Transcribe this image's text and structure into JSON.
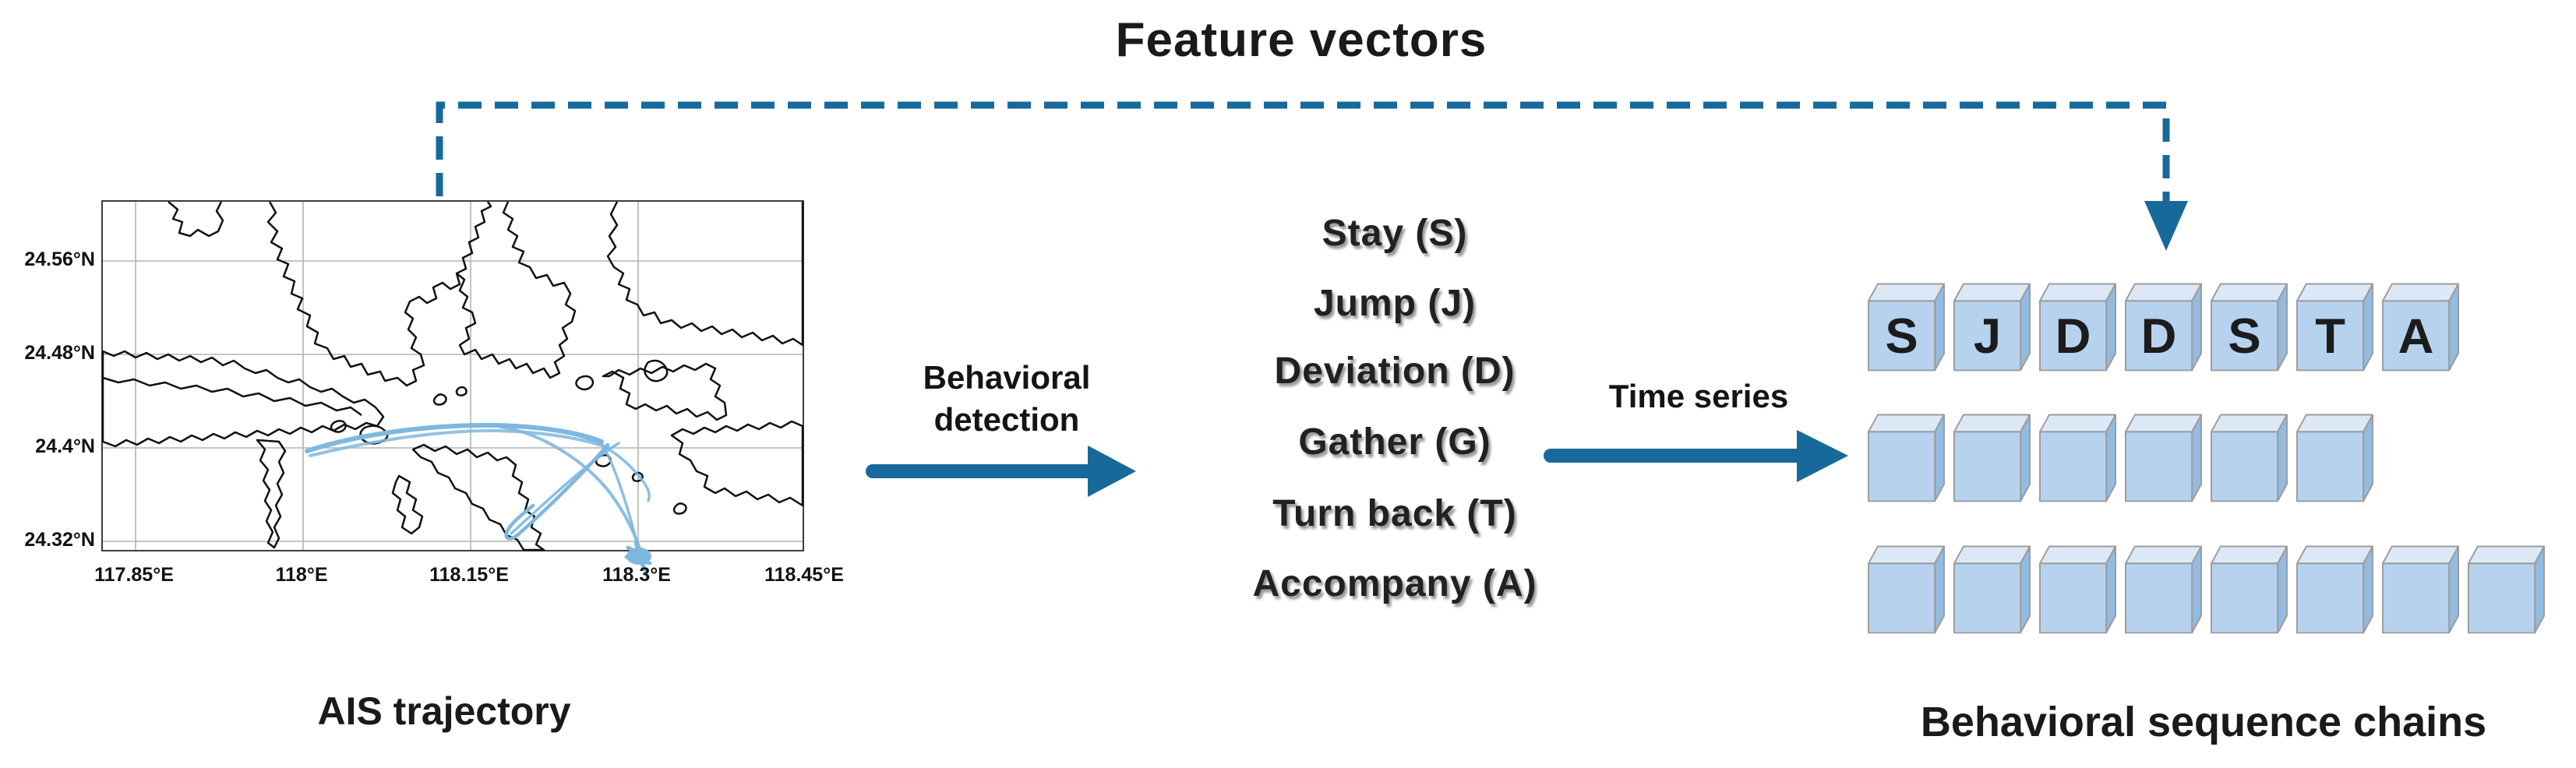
{
  "title": "Feature vectors",
  "map": {
    "caption": "AIS trajectory",
    "y_ticks": [
      "24.56°N",
      "24.48°N",
      "24.4°N",
      "24.32°N"
    ],
    "x_ticks": [
      "117.85°E",
      "118°E",
      "118.15°E",
      "118.3°E",
      "118.45°E"
    ]
  },
  "flow": {
    "step1_line1": "Behavioral",
    "step1_line2": "detection",
    "step2_label": "Time series"
  },
  "behaviors": [
    "Stay (S)",
    "Jump (J)",
    "Deviation (D)",
    "Gather (G)",
    "Turn back (T)",
    "Accompany (A)"
  ],
  "sequence": {
    "caption": "Behavioral sequence chains",
    "rows": [
      {
        "letters": [
          "S",
          "J",
          "D",
          "D",
          "S",
          "T",
          "A"
        ]
      },
      {
        "letters": [
          "",
          "",
          "",
          "",
          "",
          ""
        ]
      },
      {
        "letters": [
          "",
          "",
          "",
          "",
          "",
          "",
          "",
          ""
        ]
      }
    ]
  },
  "colors": {
    "accent": "#17699b",
    "cube_front": "#b7d2ee",
    "cube_top": "#dde8f6",
    "cube_side": "#92bbe2",
    "cube_stroke": "#9c9c9c",
    "cube_letter": "#1c1c1c",
    "trajectory": "#7fb8de",
    "gridline": "#b3b3b3",
    "coastline": "#111111"
  }
}
